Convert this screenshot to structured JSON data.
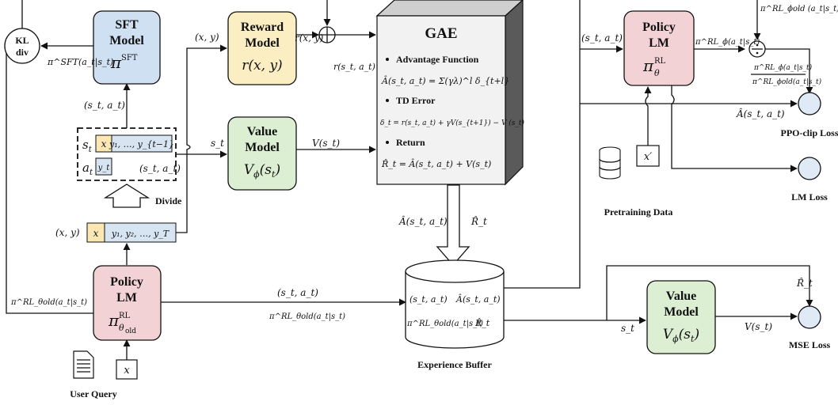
{
  "colors": {
    "sft": "#cfe0f2",
    "reward": "#fbeec2",
    "value": "#dcefd2",
    "policy": "#f3d2d6",
    "token_x": "#fbe6b4",
    "token_y": "#d7e4f2",
    "gae_face": "#f2f2f2",
    "gae_top": "#cfcfcf",
    "gae_side": "#5a5a5a",
    "loss": "#dfeaf6"
  },
  "kl": {
    "line1": "KL",
    "line2": "div"
  },
  "sft_model": {
    "title1": "SFT",
    "title2": "Model",
    "pi": "π",
    "sup": "SFT"
  },
  "reward_model": {
    "title1": "Reward",
    "title2": "Model",
    "formula": "r(x, y)"
  },
  "value_model_top": {
    "title1": "Value",
    "title2": "Model",
    "formula": "V",
    "sub": "ϕ",
    "arg": "(s",
    "argsub": "t",
    "close": ")"
  },
  "gae": {
    "title": "GAE",
    "bullet1": "Advantage Function",
    "eq1": "Â(s_t, a_t) = Σ(γλ)^l δ_{t+l}",
    "bullet2": "TD Error",
    "eq2": "δ_t = r(s_t, a_t) + γV(s_{t+1}) − V (s_t)",
    "bullet3": "Return",
    "eq3": "R̂_t = Â(s_t, a_t) + V(s_t)"
  },
  "policy_rl": {
    "title1": "Policy",
    "title2": "LM",
    "pi": "π",
    "sub": "θ",
    "sup": "RL"
  },
  "policy_old": {
    "title1": "Policy",
    "title2": "LM",
    "pi": "π",
    "sub": "θ",
    "subsub": "old",
    "sup": "RL"
  },
  "value_model_bot": {
    "title1": "Value",
    "title2": "Model",
    "formula": "V",
    "sub": "ϕ",
    "arg": "(s",
    "argsub": "t",
    "close": ")"
  },
  "divide_box": {
    "s_label": "s",
    "s_sub": "t",
    "a_label": "a",
    "a_sub": "t",
    "x_token": "x",
    "y_tokens": "y₁, …, y_{t−1}",
    "yt_token": "y_t",
    "pair": "(s_t, a_t)"
  },
  "divide_label": "Divide",
  "sequence": {
    "pair": "(x, y)",
    "x_token": "x",
    "y_tokens": "y₁, y₂, …, y_T"
  },
  "buffer": {
    "label": "Experience Buffer",
    "cell1": "(s_t, a_t)",
    "cell2": "Â(s_t, a_t)",
    "cell3": "π^RL_θold(a_t|s_t)",
    "cell4": "R̂_t"
  },
  "losses": {
    "ppo": "PPO-clip Loss",
    "lm": "LM Loss",
    "mse": "MSE Loss"
  },
  "pretraining_label": "Pretraining Data",
  "pretraining_token": "x′",
  "user_query_label": "User Query",
  "user_query_token": "x",
  "edge_labels": {
    "sft_to_kl": "π^SFT(a_t|s_t)",
    "old_to_kl": "π^RL_θold(a_t|s_t)",
    "sft_in": "(s_t, a_t)",
    "reward_in": "(x, y)",
    "reward_out": "r(x, y)",
    "sum_out": "r(s_t, a_t)",
    "value_in": "s_t",
    "value_out": "V(s_t)",
    "seq_pair": "(x, y)",
    "policy_in": "(s_t, a_t)",
    "policy_out": "π^RL_ϕ(a_t|s_t)",
    "old_top": "π^RL_ϕold (a_t|s_t)",
    "ratio_num": "π^RL_ϕ(a_t|s_t)",
    "ratio_den": "π^RL_ϕold(a_t|s_t)",
    "adv_to_ppo": "Â(s_t, a_t)",
    "buf_adv": "Â(s_t, a_t)",
    "buf_ret": "R̂_t",
    "old_to_buf1": "(s_t, a_t)",
    "old_to_buf2": "π^RL_θold(a_t|s_t)",
    "vbot_in": "s_t",
    "vbot_out": "V(s_t)",
    "ret_to_mse": "R̂_t"
  }
}
